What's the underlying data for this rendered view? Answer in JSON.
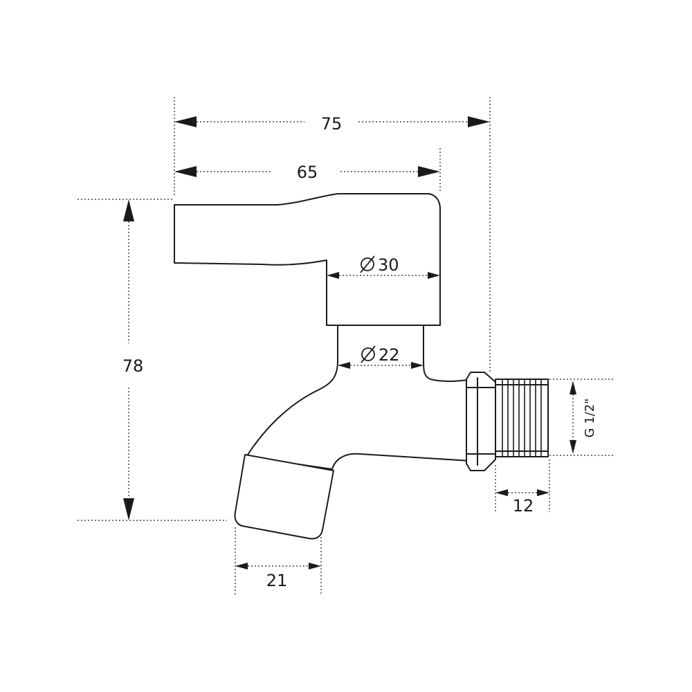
{
  "dimensions": {
    "overall_length": "75",
    "handle_length": "65",
    "overall_height": "78",
    "body_diameter": "30",
    "neck_diameter": "22",
    "thread_size": "G 1/2\"",
    "thread_length": "12",
    "spout_width": "21"
  },
  "colors": {
    "line": "#1a1a1a",
    "background": "#ffffff"
  }
}
